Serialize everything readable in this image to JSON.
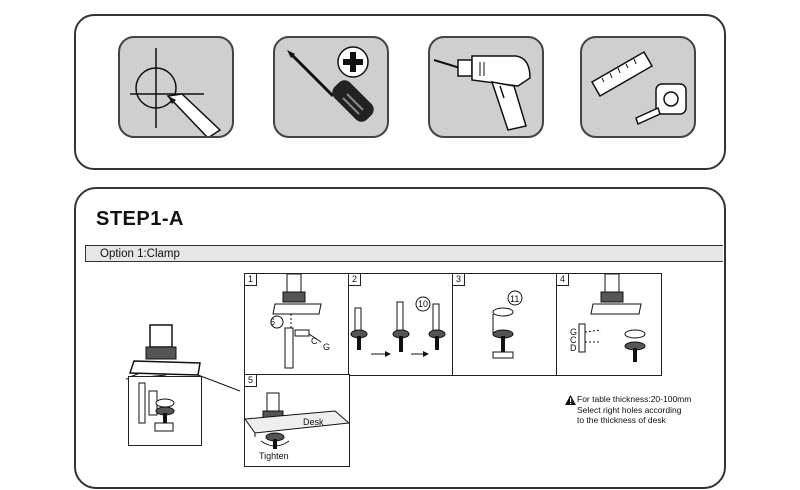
{
  "tools": [
    {
      "icon": "pencil-marking-icon"
    },
    {
      "icon": "phillips-screwdriver-icon"
    },
    {
      "icon": "power-drill-icon"
    },
    {
      "icon": "tape-measure-icon"
    }
  ],
  "step": {
    "title": "STEP1-A",
    "option_label": "Option 1:Clamp"
  },
  "figures": {
    "step1": {
      "number": "1",
      "part_callout": "6",
      "label_c": "C",
      "label_g": "G"
    },
    "step2": {
      "number": "2",
      "part_callout": "10"
    },
    "step3": {
      "number": "3",
      "part_callout": "11"
    },
    "step4": {
      "number": "4",
      "label_g": "G",
      "label_c": "C",
      "label_d": "D"
    },
    "step5": {
      "number": "5",
      "desk_label": "Desk",
      "tighten_label": "Tighten"
    }
  },
  "warning": {
    "line1": "For table thickness:20-100mm",
    "line2": "Select right holes according",
    "line3": "to the thickness of desk"
  }
}
